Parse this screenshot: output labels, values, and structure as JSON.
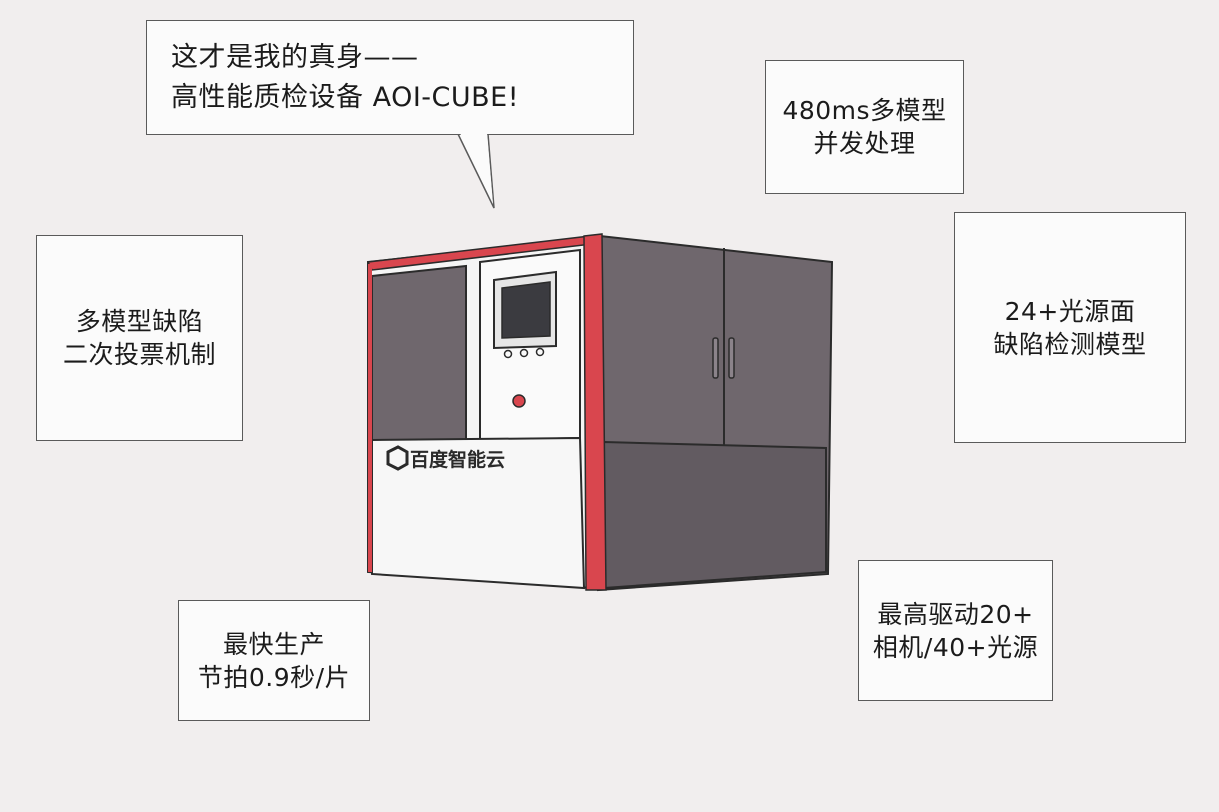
{
  "bubble": {
    "line1": "这才是我的真身——",
    "line2": "高性能质检设备 AOI-CUBE!"
  },
  "features": {
    "model_speed": {
      "line1": "480ms多模型",
      "line2": "并发处理"
    },
    "voting": {
      "line1": "多模型缺陷",
      "line2": "二次投票机制"
    },
    "light_source": {
      "line1": "24+光源面",
      "line2": "缺陷检测模型"
    },
    "beat": {
      "line1": "最快生产",
      "line2": "节拍0.9秒/片"
    },
    "drive": {
      "line1": "最高驱动20+",
      "line2": "相机/40+光源"
    }
  },
  "machine": {
    "brand": "百度智能云",
    "colors": {
      "frame": "#d9464e",
      "panel": "#6f676d",
      "panel_dark": "#5f585e",
      "body_white": "#f7f7f7"
    }
  }
}
